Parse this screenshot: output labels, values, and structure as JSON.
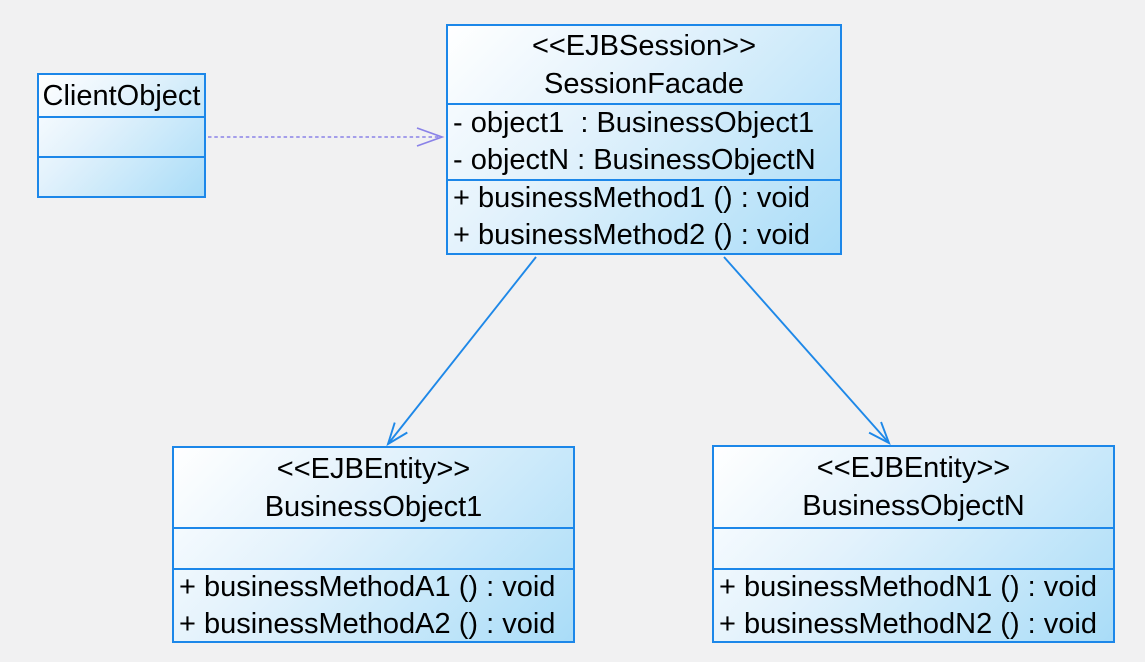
{
  "diagram": {
    "type": "uml-class-diagram",
    "pattern": "Session Facade (EJB)",
    "background_color": "#f1f1f2",
    "colors": {
      "box_border": "#1c87e9",
      "box_fill_top_left": "#ffffff",
      "box_fill_bottom_right": "#a9dcf8",
      "dependency_arrow": "#8a82e8",
      "association_arrow": "#1e88e8",
      "text": "#000000"
    },
    "classes": {
      "client": {
        "stereotype": "",
        "name": "ClientObject",
        "attributes": [],
        "methods": []
      },
      "facade": {
        "stereotype": "<<EJBSession>>",
        "name": "SessionFacade",
        "attr1": "- object1  : BusinessObject1",
        "attr2": "- objectN : BusinessObjectN",
        "method1": "+ businessMethod1 () : void",
        "method2": "+ businessMethod2 () : void"
      },
      "bo1": {
        "stereotype": "<<EJBEntity>>",
        "name": "BusinessObject1",
        "method1": "+ businessMethodA1 () : void",
        "method2": "+ businessMethodA2 () : void"
      },
      "boN": {
        "stereotype": "<<EJBEntity>>",
        "name": "BusinessObjectN",
        "method1": "+ businessMethodN1 () : void",
        "method2": "+ businessMethodN2 () : void"
      }
    },
    "connectors": [
      {
        "from": "ClientObject",
        "to": "SessionFacade",
        "style": "dashed-open-arrow"
      },
      {
        "from": "SessionFacade",
        "to": "BusinessObject1",
        "style": "solid-open-arrow"
      },
      {
        "from": "SessionFacade",
        "to": "BusinessObjectN",
        "style": "solid-open-arrow"
      }
    ]
  }
}
